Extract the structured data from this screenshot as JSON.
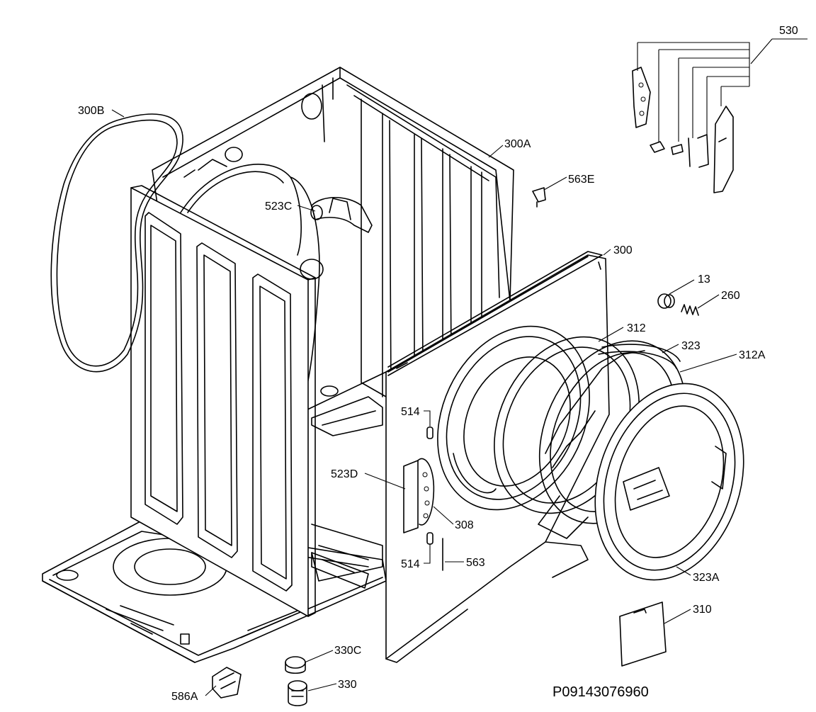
{
  "labels": {
    "p530": "530",
    "p300B": "300B",
    "p300A": "300A",
    "p563E": "563E",
    "p523C": "523C",
    "p300": "300",
    "p13": "13",
    "p260": "260",
    "p312": "312",
    "p323": "323",
    "p312A": "312A",
    "p514a": "514",
    "p523D": "523D",
    "p308": "308",
    "p514b": "514",
    "p563": "563",
    "p323A": "323A",
    "p310": "310",
    "p330C": "330C",
    "p330": "330",
    "p586A": "586A"
  },
  "reference_code": "P09143076960"
}
